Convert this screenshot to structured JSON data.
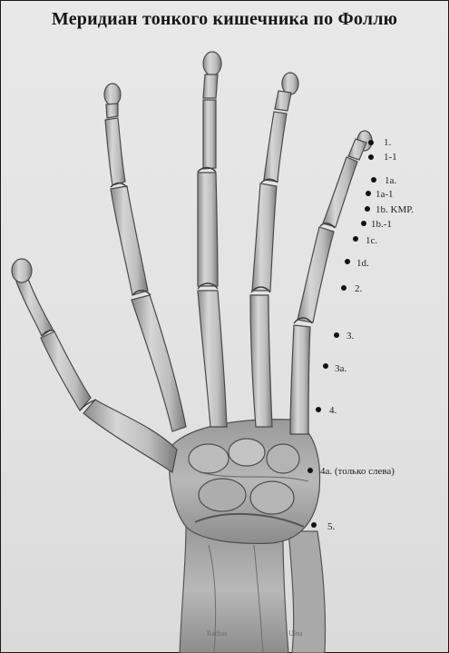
{
  "title": "Меридиан тонкого кишечника по Фоллю",
  "points": [
    {
      "id": "p1",
      "label": "1."
    },
    {
      "id": "p1-1",
      "label": "1-1"
    },
    {
      "id": "p1a",
      "label": "1a."
    },
    {
      "id": "p1a-1",
      "label": "1a-1"
    },
    {
      "id": "p1b",
      "label": "1b. KMP."
    },
    {
      "id": "p1b-1",
      "label": "1b.-1"
    },
    {
      "id": "p1c",
      "label": "1c."
    },
    {
      "id": "p1d",
      "label": "1d."
    },
    {
      "id": "p2",
      "label": "2."
    },
    {
      "id": "p3",
      "label": "3."
    },
    {
      "id": "p3a",
      "label": "3a."
    },
    {
      "id": "p4",
      "label": "4."
    },
    {
      "id": "p4a",
      "label": "4a. (только слева)"
    },
    {
      "id": "p5",
      "label": "5."
    }
  ],
  "bones": {
    "radius": "Radius",
    "ulna": "Ulna"
  },
  "colors": {
    "background": "#e4e4e4",
    "bone": "#c9c9c9",
    "bone_shadow": "#7a7a7a",
    "ink": "#111111"
  }
}
